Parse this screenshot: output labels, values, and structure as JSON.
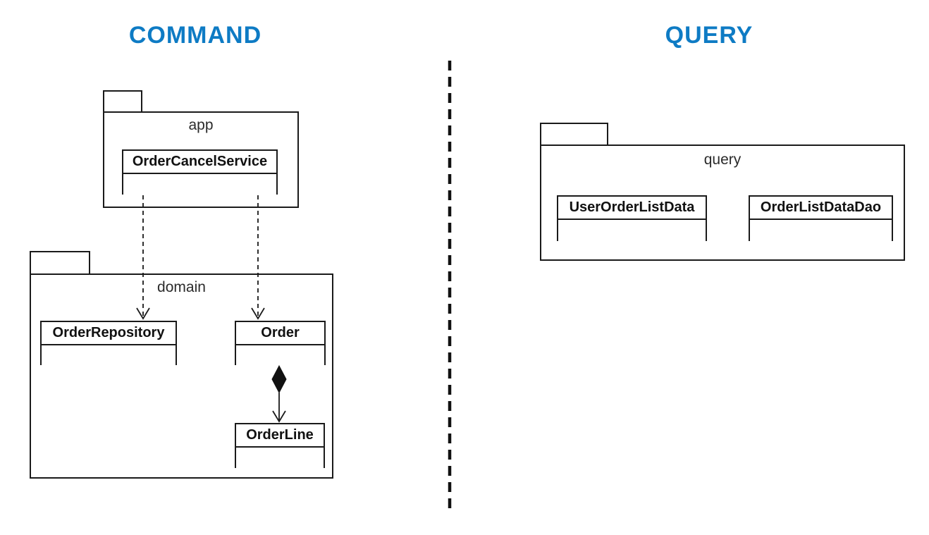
{
  "titles": {
    "command": "COMMAND",
    "query": "QUERY"
  },
  "command_side": {
    "app_package": {
      "label": "app",
      "classes": [
        "OrderCancelService"
      ]
    },
    "domain_package": {
      "label": "domain",
      "classes": [
        "OrderRepository",
        "Order",
        "OrderLine"
      ]
    },
    "class_names": {
      "order_cancel_service": "OrderCancelService",
      "order_repository": "OrderRepository",
      "order": "Order",
      "order_line": "OrderLine"
    }
  },
  "query_side": {
    "query_package": {
      "label": "query",
      "classes": [
        "UserOrderListData",
        "OrderListDataDao"
      ]
    },
    "class_names": {
      "user_order_list_data": "UserOrderListData",
      "order_list_data_dao": "OrderListDataDao"
    }
  },
  "relationships": [
    {
      "from": "OrderCancelService",
      "to": "OrderRepository",
      "type": "dependency",
      "line": "dashed",
      "arrow": "open"
    },
    {
      "from": "OrderCancelService",
      "to": "Order",
      "type": "dependency",
      "line": "dashed",
      "arrow": "open"
    },
    {
      "from": "Order",
      "to": "OrderLine",
      "type": "composition",
      "line": "solid",
      "arrow": "open",
      "diamond": "filled"
    }
  ],
  "colors": {
    "title_blue": "#0e7bc4",
    "line_black": "#1a1a1a",
    "background": "#ffffff"
  }
}
